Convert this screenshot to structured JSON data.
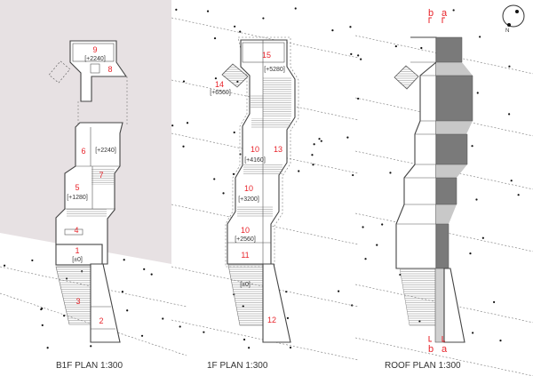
{
  "captions": {
    "b1f": "B1F   PLAN   1:300",
    "f1": "1F   PLAN   1:300",
    "roof": "ROOF   PLAN   1:300"
  },
  "b1f_rooms": [
    {
      "num": "9",
      "level": "[+2240]"
    },
    {
      "num": "8"
    },
    {
      "num": "6",
      "level": "[+2240]"
    },
    {
      "num": "7"
    },
    {
      "num": "5",
      "level": "[+1280]"
    },
    {
      "num": "4"
    },
    {
      "num": "1",
      "level": "[±0]"
    },
    {
      "num": "3"
    },
    {
      "num": "2"
    }
  ],
  "f1_rooms": [
    {
      "num": "15",
      "level": "[+5280]"
    },
    {
      "num": "14",
      "level": "[+6560]"
    },
    {
      "num": "10",
      "level": "[+4160]"
    },
    {
      "num": "13"
    },
    {
      "num": "10",
      "level": "[+3200]"
    },
    {
      "num": "10",
      "level": "[+2560]"
    },
    {
      "num": "11",
      "level": "[±0]"
    },
    {
      "num": "12"
    }
  ],
  "sections": {
    "a": "a",
    "b": "b"
  },
  "compass": {
    "label": "N"
  },
  "colors": {
    "ground": "#e7e1e3",
    "label": "#e8242b",
    "roof_dark": "#7a7a7a",
    "roof_light": "#c8c8c8"
  }
}
